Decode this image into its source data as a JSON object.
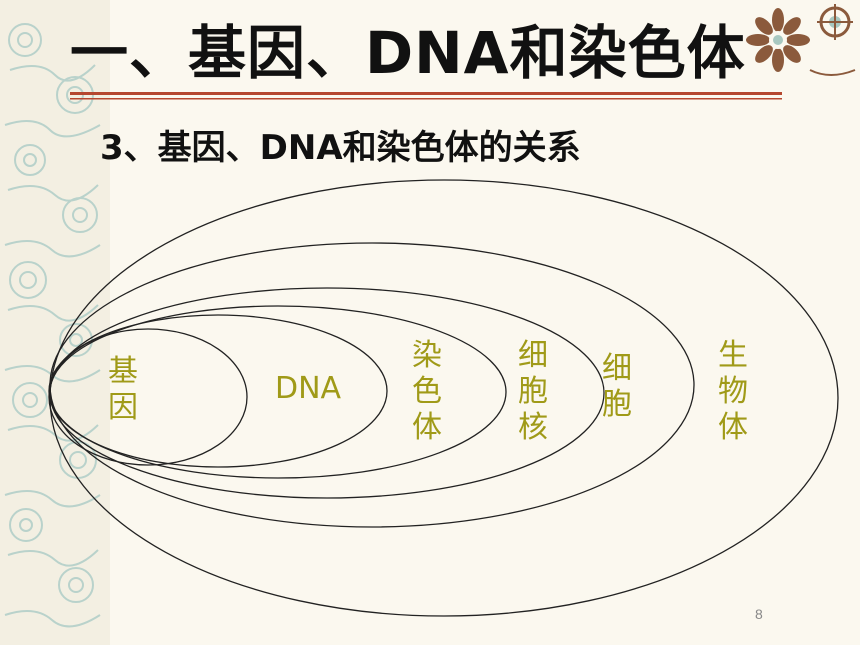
{
  "slide": {
    "title": "一、基因、DNA和染色体",
    "subtitle": "3、基因、DNA和染色体的关系",
    "page_number": "8"
  },
  "diagram": {
    "levels": [
      {
        "label": "基因"
      },
      {
        "label": "DNA"
      },
      {
        "label": "染色体"
      },
      {
        "label": "细胞核"
      },
      {
        "label": "细胞"
      },
      {
        "label": "生物体"
      }
    ],
    "label_color": "#a09a18",
    "ellipse_stroke": "#222222"
  },
  "theme": {
    "background": "#fbf8ef",
    "rule_color": "#b5472f",
    "ornament_brown": "#8b5a3c",
    "ornament_teal": "#a8c8c0"
  }
}
